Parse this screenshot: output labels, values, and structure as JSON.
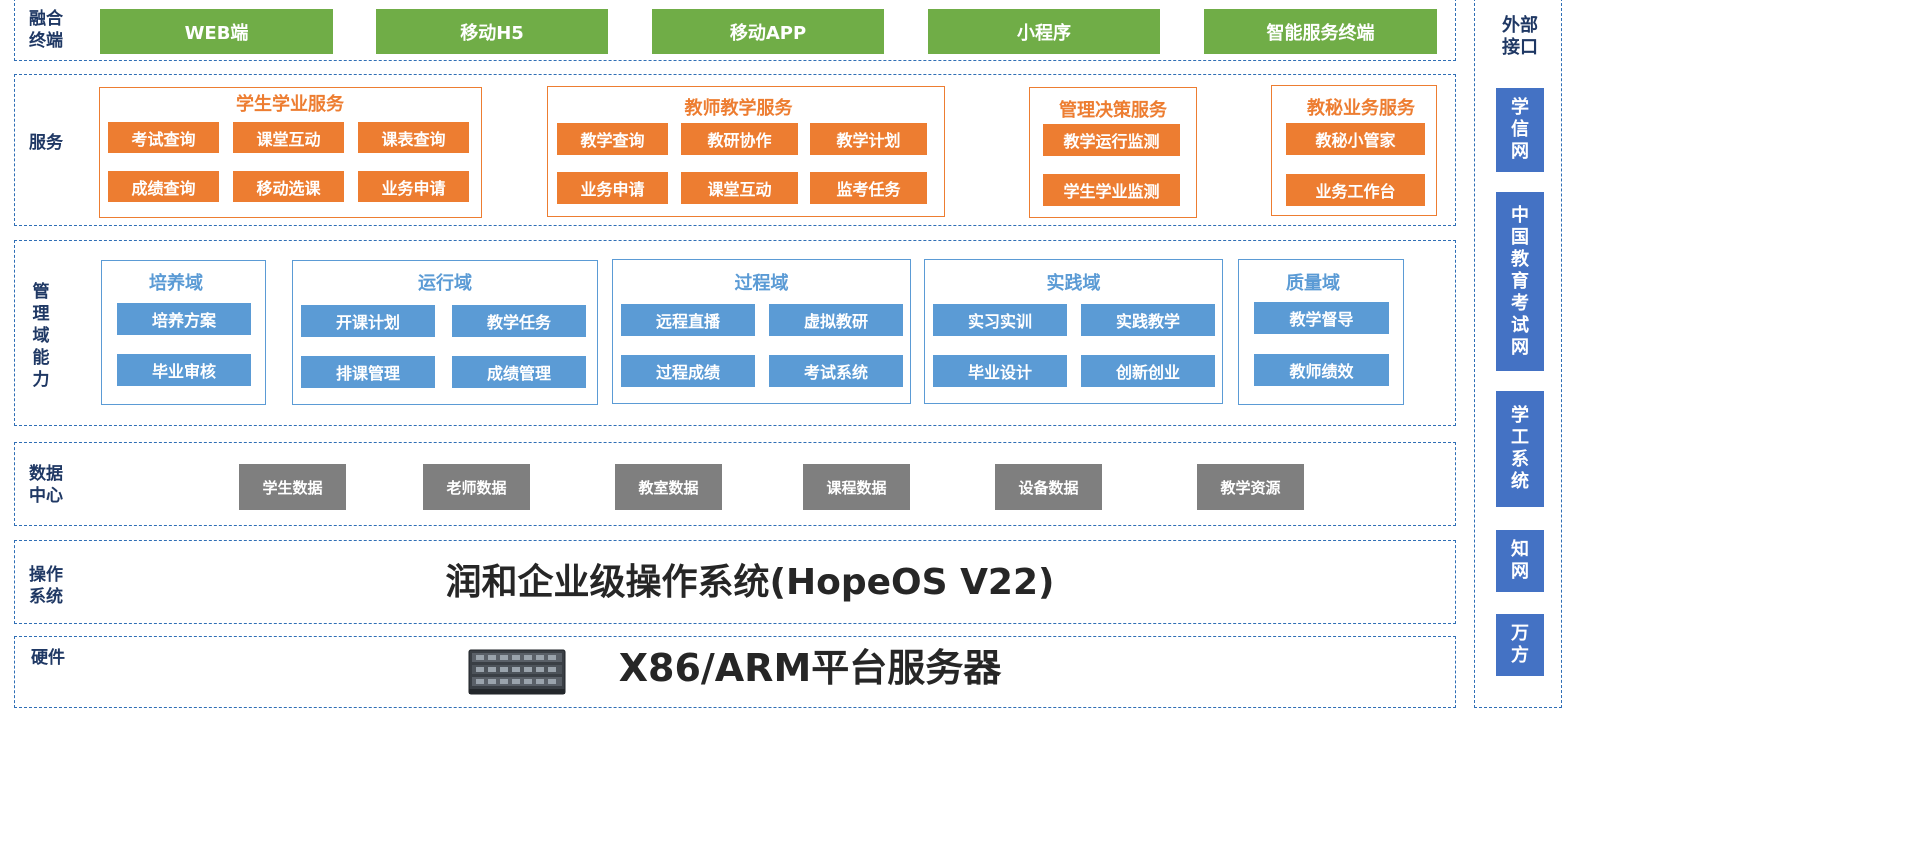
{
  "layers": {
    "fusion": {
      "label": "融合\n终端",
      "items": [
        "WEB端",
        "移动H5",
        "移动APP",
        "小程序",
        "智能服务终端"
      ]
    },
    "service": {
      "label": "服务",
      "groups": [
        {
          "title": "学生学业服务",
          "items": [
            "考试查询",
            "课堂互动",
            "课表查询",
            "成绩查询",
            "移动选课",
            "业务申请"
          ]
        },
        {
          "title": "教师教学服务",
          "items": [
            "教学查询",
            "教研协作",
            "教学计划",
            "业务申请",
            "课堂互动",
            "监考任务"
          ]
        },
        {
          "title": "管理决策服务",
          "items": [
            "教学运行监测",
            "学生学业监测"
          ]
        },
        {
          "title": "教秘业务服务",
          "items": [
            "教秘小管家",
            "业务工作台"
          ]
        }
      ]
    },
    "domain": {
      "label": "管\n理\n域\n能\n力",
      "groups": [
        {
          "title": "培养域",
          "items": [
            "培养方案",
            "毕业审核"
          ]
        },
        {
          "title": "运行域",
          "items": [
            "开课计划",
            "教学任务",
            "排课管理",
            "成绩管理"
          ]
        },
        {
          "title": "过程域",
          "items": [
            "远程直播",
            "虚拟教研",
            "过程成绩",
            "考试系统"
          ]
        },
        {
          "title": "实践域",
          "items": [
            "实习实训",
            "实践教学",
            "毕业设计",
            "创新创业"
          ]
        },
        {
          "title": "质量域",
          "items": [
            "教学督导",
            "教师绩效"
          ]
        }
      ]
    },
    "data_center": {
      "label": "数据\n中心",
      "items": [
        "学生数据",
        "老师数据",
        "教室数据",
        "课程数据",
        "设备数据",
        "教学资源"
      ]
    },
    "os": {
      "label": "操作\n系统",
      "text": "润和企业级操作系统(HopeOS V22)"
    },
    "hardware": {
      "label": "硬件",
      "text": "X86/ARM平台服务器",
      "icon": "server-icon"
    }
  },
  "external": {
    "label": "外部\n接口",
    "items": [
      "学\n信\n网",
      "中\n国\n教\n育\n考\n试\n网",
      "学\n工\n系\n统",
      "知\n网",
      "万\n方"
    ]
  },
  "colors": {
    "dashed_border": "#2f6eb5",
    "green": "#70ad47",
    "orange": "#ed7d31",
    "blue": "#5b9bd5",
    "gray": "#7f7f7f",
    "dark_blue": "#4472c4"
  }
}
